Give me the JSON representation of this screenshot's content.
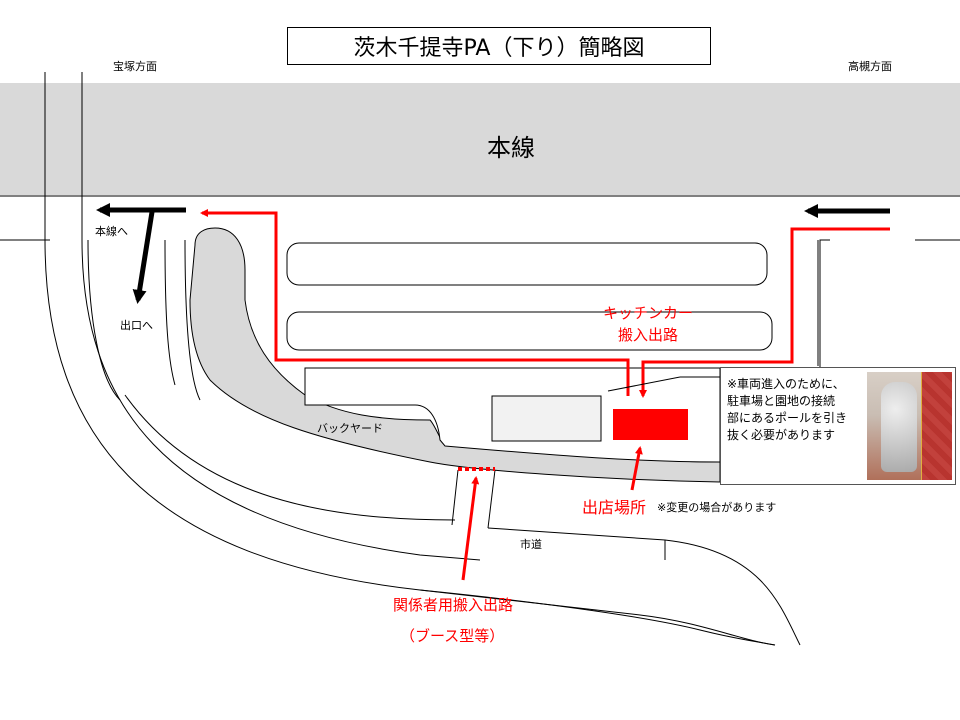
{
  "title": "茨木千提寺PA（下り）簡略図",
  "direction_left": "宝塚方面",
  "direction_right": "高槻方面",
  "main_line": "本線",
  "to_main_line": "本線へ",
  "to_exit": "出口へ",
  "backyard": "バックヤード",
  "kitchen_car_route": {
    "line1": "キッチンカー",
    "line2": "搬入出路"
  },
  "store_location": "出店場所",
  "change_note": "※変更の場合があります",
  "city_road": "市道",
  "staff_route": {
    "line1": "関係者用搬入出路",
    "line2": "（ブース型等）"
  },
  "note": "※車両進入のために、\n駐車場と園地の接続\n部にあるポールを引き\n抜く必要があります",
  "colors": {
    "route_red": "#ff0000",
    "main_line_gray": "#d9d9d9",
    "backyard_gray": "#d9d9d9",
    "arrow_black": "#000000"
  },
  "icons": [
    "pole-photo",
    "arrow-left-icon",
    "arrow-down-icon"
  ]
}
